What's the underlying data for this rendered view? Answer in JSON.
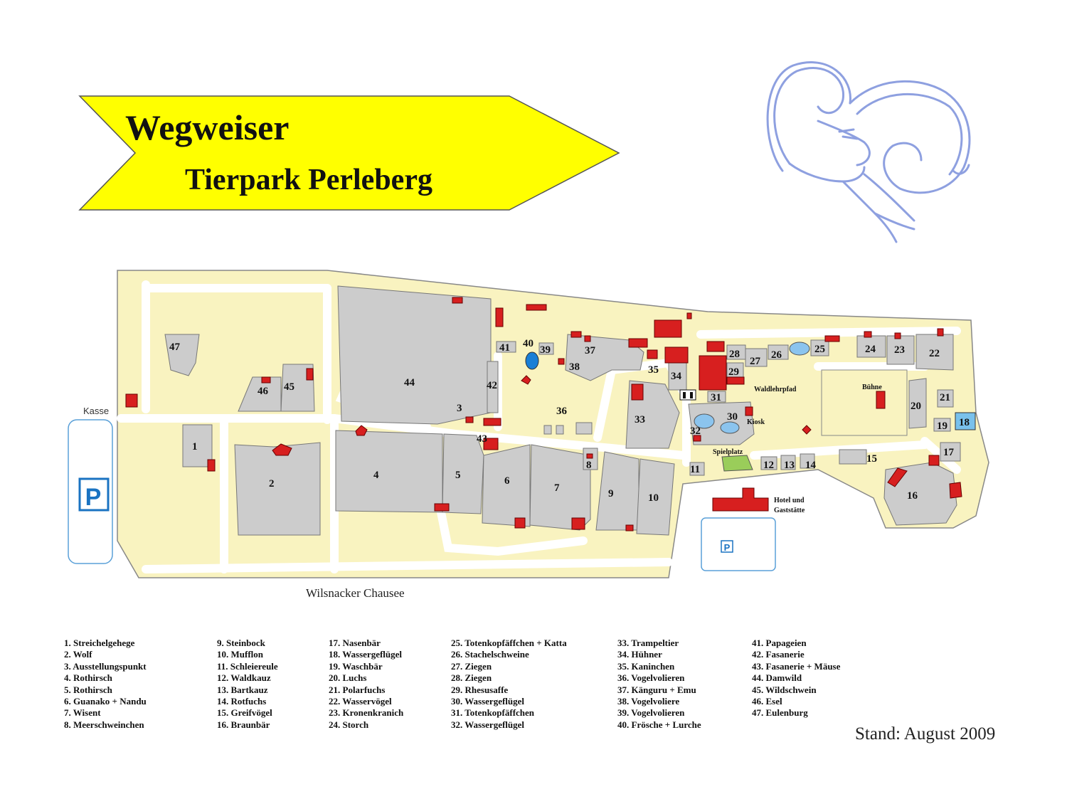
{
  "header": {
    "title": "Wegweiser",
    "subtitle": "Tierpark Perleberg",
    "arrow_color": "#ffff00",
    "logo_icon": "ram-head-icon"
  },
  "map": {
    "land_color": "#f9f3c0",
    "enclosure_color": "#cccccc",
    "building_color": "#d71f1f",
    "water_color": "#1a7fd6",
    "labels": {
      "kasse": "Kasse",
      "parking": "P",
      "waldlehrpfad": "Waldlehrpfad",
      "buehne": "Bühne",
      "kiosk": "Kiosk",
      "spielplatz": "Spielplatz",
      "hotel_line1": "Hotel und",
      "hotel_line2": "Gaststätte",
      "road": "Wilsnacker Chausee"
    },
    "numbers": [
      "1",
      "2",
      "3",
      "4",
      "5",
      "6",
      "7",
      "8",
      "9",
      "10",
      "11",
      "12",
      "13",
      "14",
      "15",
      "16",
      "17",
      "18",
      "19",
      "20",
      "21",
      "22",
      "23",
      "24",
      "25",
      "26",
      "27",
      "28",
      "29",
      "30",
      "31",
      "32",
      "33",
      "34",
      "35",
      "36",
      "37",
      "38",
      "39",
      "40",
      "41",
      "42",
      "43",
      "44",
      "45",
      "46",
      "47"
    ]
  },
  "legend": {
    "col1": [
      "1. Streichelgehege",
      "2. Wolf",
      "3. Ausstellungspunkt",
      "4. Rothirsch",
      "5. Rothirsch",
      "6. Guanako + Nandu",
      "7. Wisent",
      "8. Meerschweinchen"
    ],
    "col2": [
      "9. Steinbock",
      "10. Mufflon",
      "11. Schleiereule",
      "12. Waldkauz",
      "13. Bartkauz",
      "14. Rotfuchs",
      "15. Greifvögel",
      "16. Braunbär"
    ],
    "col3": [
      "17. Nasenbär",
      "18. Wassergeflügel",
      "19. Waschbär",
      "20. Luchs",
      "21. Polarfuchs",
      "22. Wasservögel",
      "23. Kronenkranich",
      "24. Storch"
    ],
    "col4": [
      "25. Totenkopfäffchen + Katta",
      "26. Stachelschweine",
      "27. Ziegen",
      "28. Ziegen",
      "29. Rhesusaffe",
      "30. Wassergeflügel",
      "31. Totenkopfäffchen",
      "32. Wassergeflügel"
    ],
    "col5": [
      "33. Trampeltier",
      "34. Hühner",
      "35. Kaninchen",
      "36. Vogelvolieren",
      "37. Känguru + Emu",
      "38. Vogelvoliere",
      "39. Vogelvolieren",
      "40. Frösche + Lurche"
    ],
    "col6": [
      "41. Papageien",
      "42. Fasanerie",
      "43. Fasanerie + Mäuse",
      "44. Damwild",
      "45. Wildschwein",
      "46. Esel",
      "47. Eulenburg"
    ]
  },
  "footer": {
    "stand": "Stand: August 2009"
  }
}
